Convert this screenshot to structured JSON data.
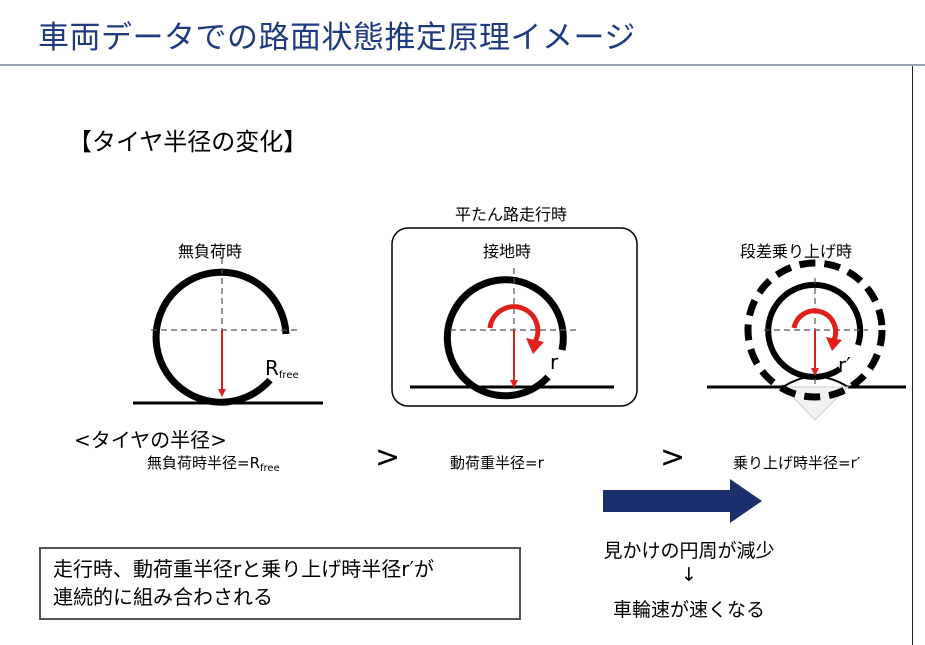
{
  "title": "車両データでの路面状態推定原理イメージ",
  "section_heading": "【タイヤ半径の変化】",
  "flat_road_label": "平たん路走行時",
  "panels": {
    "unloaded": {
      "label": "無負荷時",
      "radius_symbol": "R",
      "radius_subscript": "free"
    },
    "grounded": {
      "label": "接地時",
      "radius_symbol": "r"
    },
    "step": {
      "label": "段差乗り上げ時",
      "radius_symbol": "r′"
    }
  },
  "radius_comparison": {
    "heading": "<タイヤの半径>",
    "unloaded_prefix": "無負荷時半径=R",
    "unloaded_subscript": "free",
    "gt1": ">",
    "dynamic": "動荷重半径=r",
    "gt2": ">",
    "step": "乗り上げ時半径=r′"
  },
  "note": {
    "line1": "走行時、動荷重半径rと乗り上げ時半径r′が",
    "line2": "連続的に組み合わされる"
  },
  "effect": {
    "line1": "見かけの円周が減少",
    "arrow": "↓",
    "line2": "車輪速が速くなる"
  },
  "colors": {
    "title": "#1f3b80",
    "arrow": "#1a2f6b",
    "radius_line": "#e0201b"
  }
}
